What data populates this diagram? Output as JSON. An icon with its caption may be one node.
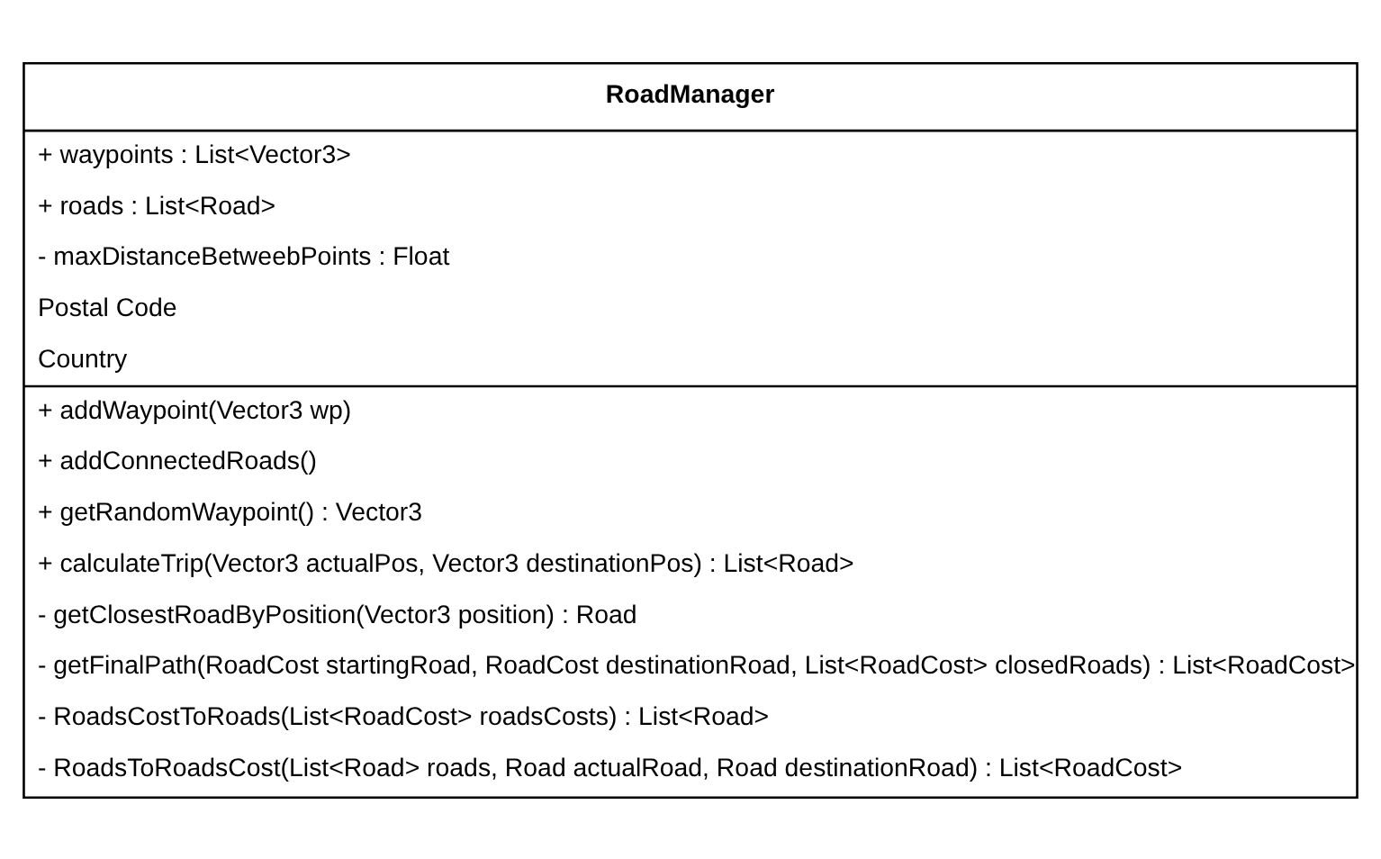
{
  "diagram": {
    "nodes": [
      {
        "text": [
          "RoadManager",
          "+ waypoints : List<Vector3>",
          "+ roads : List<Road>",
          "- maxDistanceBetweebPoints : Float",
          "Postal Code",
          "Country",
          "+ addWaypoint(Vector3 wp)",
          "+ addConnectedRoads()",
          "+ getRandomWaypoint() : Vector3",
          "+ calculateTrip(Vector3 actualPos, Vector3 destinationPos) : List<Road>",
          "- getClosestRoadByPosition(Vector3 position) : Road",
          "- getFinalPath(RoadCost startingRoad, RoadCost destinationRoad, List<RoadCost> closedRoads) : List<RoadCost>",
          "- RoadsCostToRoads(List<RoadCost> roadsCosts) : List<Road>",
          "- RoadsToRoadsCost(List<Road> roads, Road actualRoad, Road destinationRoad) : List<RoadCost>"
        ]
      }
    ]
  }
}
